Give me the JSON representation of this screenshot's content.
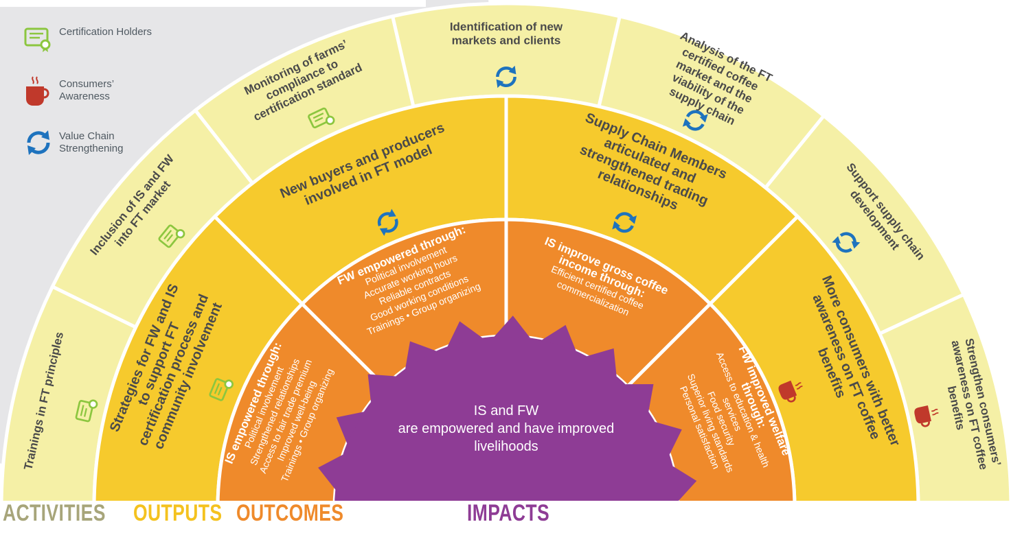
{
  "legend": [
    {
      "label": "Certification Holders",
      "icon": "certificate-icon"
    },
    {
      "label": "Consumers’ Awareness",
      "icon": "coffee-cup-icon"
    },
    {
      "label": "Value Chain Strengthening",
      "icon": "cycle-arrows-icon"
    }
  ],
  "impact": {
    "lines": [
      "IS and FW",
      "are empowered and have improved",
      "livelihoods"
    ],
    "color": "#8e3c95"
  },
  "outcomes": [
    {
      "title": "IS empowered through:",
      "items": [
        "Political involvement",
        "Strengthened relationships",
        "Access to fair trade premium",
        "Improved well-being",
        "Trainings • Group organizing"
      ]
    },
    {
      "title": "FW empowered through:",
      "items": [
        "Political involvement",
        "Accurate working hours",
        "Reliable contracts",
        "Good working conditions",
        "Trainings • Group organizing"
      ]
    },
    {
      "title": "IS improve gross coffee income through:",
      "items": [
        "Efficient certified coffee commercialization"
      ]
    },
    {
      "title": "FW improved welfare through:",
      "items": [
        "Access to education & health services",
        "Food security",
        "Superior living standards",
        "Personal satisfaction"
      ]
    }
  ],
  "outputs": [
    {
      "text": "Strategies for FW and IS to support FT certification process and community involvement",
      "icon": "certificate-icon"
    },
    {
      "text": "New buyers and  producers involved in FT model",
      "icon": "cycle-arrows-icon"
    },
    {
      "text": "Supply Chain Members articulated and strengthened trading relationships",
      "icon": "cycle-arrows-icon"
    },
    {
      "text": "More consumers with better awareness on FT coffee benefits",
      "icon": "coffee-cup-icon"
    }
  ],
  "activities": [
    {
      "text": "Trainings in FT principles",
      "icon": "certificate-icon"
    },
    {
      "text": "Inclusion of IS and FW into FT market",
      "icon": "certificate-icon"
    },
    {
      "text": "Monitoring of farms’ compliance to certification standard",
      "icon": "certificate-icon"
    },
    {
      "text": "Identification of new markets and clients",
      "icon": "cycle-arrows-icon"
    },
    {
      "text": "Analysis of the FT certified coffee market and the viability of the supply chain",
      "icon": "cycle-arrows-icon"
    },
    {
      "text": "Support supply chain development",
      "icon": "cycle-arrows-icon"
    },
    {
      "text": "Strengthen consumers’ awareness on FT coffee benefits",
      "icon": "coffee-cup-icon"
    }
  ],
  "bottom_labels": [
    {
      "label": "ACTIVITIES",
      "color": "#a7a57a"
    },
    {
      "label": "OUTPUTS",
      "color": "#f4c21f"
    },
    {
      "label": "OUTCOMES",
      "color": "#ef8a2b"
    },
    {
      "label": "IMPACTS",
      "color": "#8e3c95"
    }
  ],
  "colors": {
    "activities_band": "#f5f0a6",
    "outputs_band": "#f6ca2d",
    "outcomes_band": "#ef8a2b",
    "impact": "#8e3c95",
    "background_arc": "#e6e6e8",
    "certificate_icon": "#8cc63f",
    "cup_icon": "#c0392b",
    "cycle_icon": "#1e73be",
    "text_dark": "#4a4a4a"
  }
}
